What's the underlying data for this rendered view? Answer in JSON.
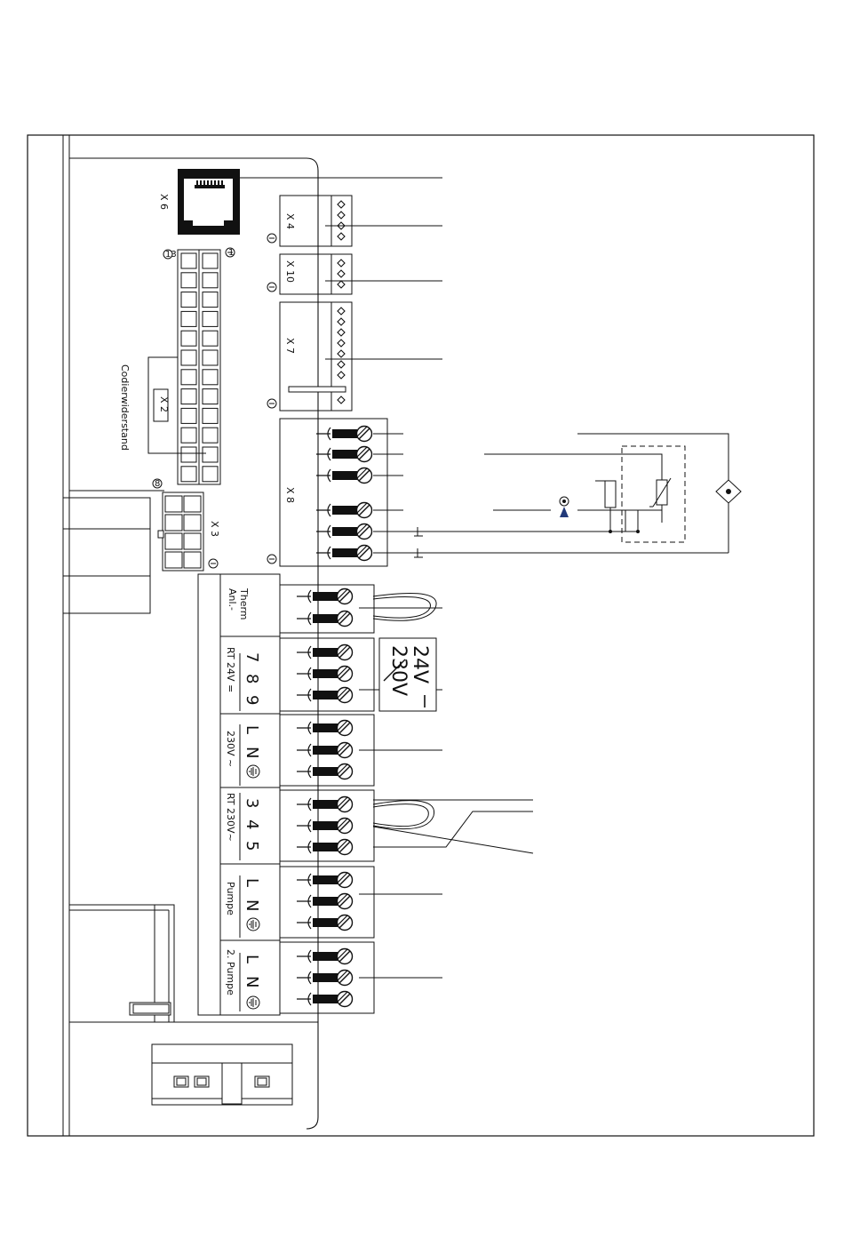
{
  "connectors": {
    "x6": "X 6",
    "x4": "X 4",
    "x10": "X 10",
    "x7": "X 7",
    "x2": "X 2",
    "x3": "X 3",
    "x8": "X 8",
    "pin_one": "1",
    "pin_thirteen": "13",
    "pin_eight": "8"
  },
  "labels": {
    "codierwiderstand": "Codierwiderstand",
    "anl_therm_1": "Anl.-",
    "anl_therm_2": "Therm",
    "rt24_nums": [
      "7",
      "8",
      "9"
    ],
    "rt24_label": "RT 24V =",
    "mains_letters": [
      "L",
      "N"
    ],
    "mains_label": "230V ~",
    "rt230_nums": [
      "3",
      "4",
      "5"
    ],
    "rt230_label": "RT 230V~",
    "pumpe_label": "Pumpe",
    "pumpe2_label": "2. Pumpe",
    "v24": "24V",
    "v230": "230V"
  }
}
